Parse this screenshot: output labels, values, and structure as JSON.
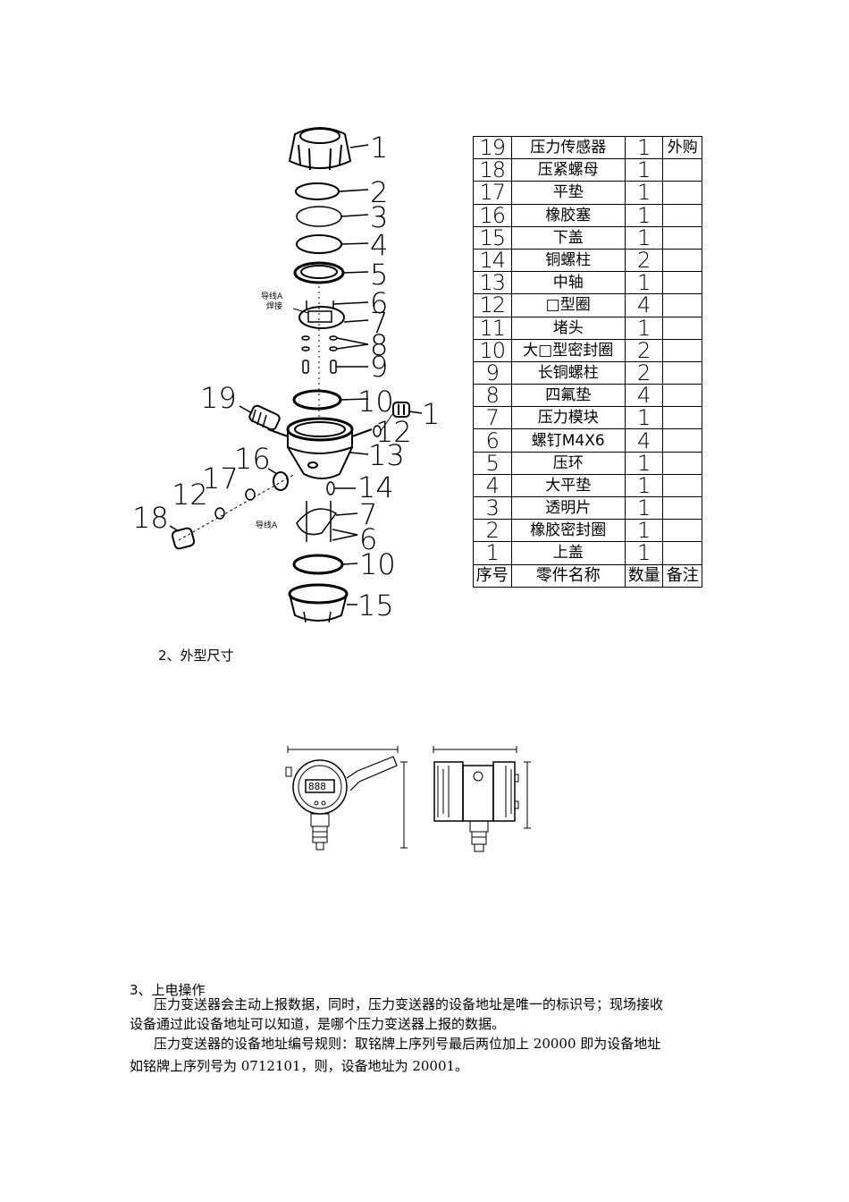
{
  "diagram": {
    "labels": [
      "1",
      "2",
      "3",
      "4",
      "5",
      "6",
      "7",
      "8",
      "9",
      "10",
      "11",
      "12",
      "13",
      "14",
      "15",
      "16",
      "17",
      "18",
      "19",
      "12",
      "7",
      "6",
      "10"
    ],
    "annotations": {
      "lead_a_weld_1": "导线A",
      "lead_a_weld_2": "焊接",
      "lead_a": "导线A"
    }
  },
  "parts_table": {
    "rows": [
      {
        "no": "19",
        "name": "压力传感器",
        "qty": "1",
        "note": "外购"
      },
      {
        "no": "18",
        "name": "压紧螺母",
        "qty": "1",
        "note": ""
      },
      {
        "no": "17",
        "name": "平垫",
        "qty": "1",
        "note": ""
      },
      {
        "no": "16",
        "name": "橡胶塞",
        "qty": "1",
        "note": ""
      },
      {
        "no": "15",
        "name": "下盖",
        "qty": "1",
        "note": ""
      },
      {
        "no": "14",
        "name": "铜螺柱",
        "qty": "2",
        "note": ""
      },
      {
        "no": "13",
        "name": "中轴",
        "qty": "1",
        "note": ""
      },
      {
        "no": "12",
        "name": "□型圈",
        "qty": "4",
        "note": ""
      },
      {
        "no": "11",
        "name": "堵头",
        "qty": "1",
        "note": ""
      },
      {
        "no": "10",
        "name": "大□型密封圈",
        "qty": "2",
        "note": ""
      },
      {
        "no": "9",
        "name": "长铜螺柱",
        "qty": "2",
        "note": ""
      },
      {
        "no": "8",
        "name": "四氟垫",
        "qty": "4",
        "note": ""
      },
      {
        "no": "7",
        "name": "压力模块",
        "qty": "1",
        "note": ""
      },
      {
        "no": "6",
        "name": "螺钉M4X6",
        "qty": "4",
        "note": ""
      },
      {
        "no": "5",
        "name": "压环",
        "qty": "1",
        "note": ""
      },
      {
        "no": "4",
        "name": "大平垫",
        "qty": "1",
        "note": ""
      },
      {
        "no": "3",
        "name": "透明片",
        "qty": "1",
        "note": ""
      },
      {
        "no": "2",
        "name": "橡胶密封圈",
        "qty": "1",
        "note": ""
      },
      {
        "no": "1",
        "name": "上盖",
        "qty": "1",
        "note": ""
      }
    ],
    "header": {
      "no": "序号",
      "name": "零件名称",
      "qty": "数量",
      "note": "备注"
    }
  },
  "section2": {
    "heading": "2、外型尺寸"
  },
  "section3": {
    "heading": "3、上电操作",
    "para1_line1": "压力变送器会主动上报数据，同时，压力变送器的设备地址是唯一的标识号；现场接收",
    "para1_line2": "设备通过此设备地址可以知道，是哪个压力变送器上报的数据。",
    "para2_line1": "压力变送器的设备地址编号规则：取铭牌上序列号最后两位加上 20000 即为设备地址",
    "para2_line2": "如铭牌上序列号为 0712101，则，设备地址为 20001。"
  }
}
